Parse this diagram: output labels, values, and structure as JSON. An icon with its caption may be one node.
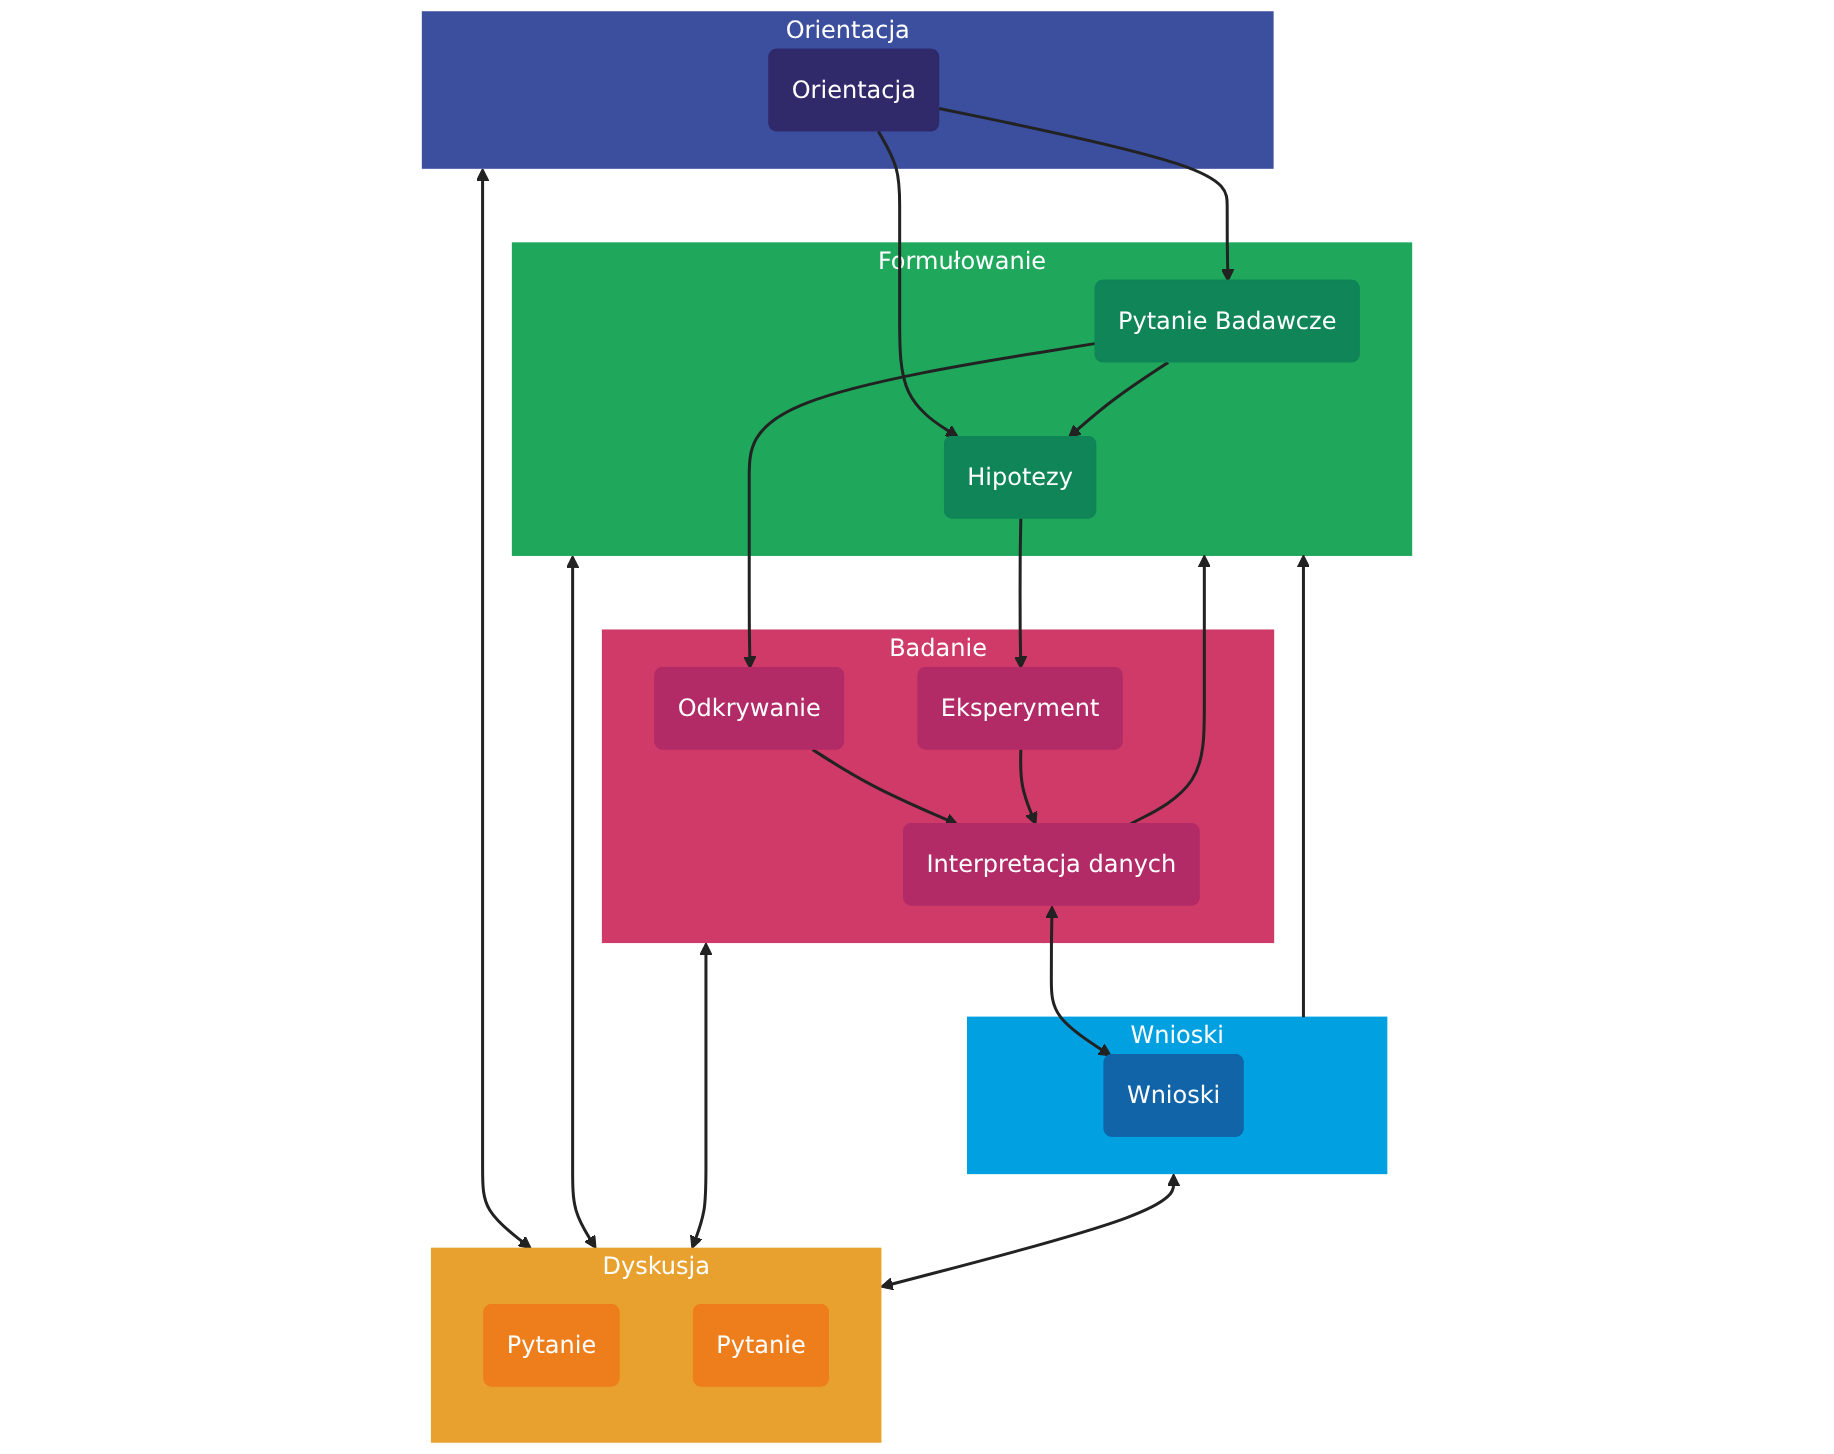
{
  "diagram": {
    "nodes": [
      {
        "text": [
          "Orientacja"
        ]
      },
      {
        "text": [
          "Orientacja"
        ],
        "in": 0
      },
      {
        "text": [
          "Formułowanie"
        ]
      },
      {
        "text": [
          "Pytanie Badawcze"
        ],
        "in": 2
      },
      {
        "text": [
          "Hipotezy"
        ],
        "in": 2
      },
      {
        "text": [
          "Badanie"
        ]
      },
      {
        "text": [
          "Odkrywanie"
        ],
        "in": 5
      },
      {
        "text": [
          "Eksperyment"
        ],
        "in": 5
      },
      {
        "text": [
          "Interpretacja danych"
        ],
        "in": 5
      },
      {
        "text": [
          "Wnioski"
        ]
      },
      {
        "text": [
          "Wnioski"
        ],
        "in": 9
      },
      {
        "text": [
          "Dyskusja"
        ]
      },
      {
        "text": [
          "Pytanie"
        ],
        "in": 11
      },
      {
        "text": [
          "Pytanie"
        ],
        "in": 11
      }
    ],
    "edges": [
      {
        "from": 1,
        "to": 3,
        "arrow": "to"
      },
      {
        "from": 1,
        "to": 4,
        "arrow": "to"
      },
      {
        "from": 3,
        "to": 4,
        "arrow": "to"
      },
      {
        "from": 3,
        "to": 6,
        "arrow": "to"
      },
      {
        "from": 4,
        "to": 7,
        "arrow": "to"
      },
      {
        "from": 6,
        "to": 8,
        "arrow": "to"
      },
      {
        "from": 7,
        "to": 8,
        "arrow": "to"
      },
      {
        "from": 8,
        "to": 2,
        "arrow": "to"
      },
      {
        "from": 8,
        "to": 10,
        "arrow": "both"
      },
      {
        "from": 0,
        "to": 11,
        "arrow": "both"
      },
      {
        "from": 2,
        "to": 11,
        "arrow": "both"
      },
      {
        "from": 5,
        "to": 11,
        "arrow": "both"
      },
      {
        "from": 9,
        "to": 11,
        "arrow": "both"
      },
      {
        "from": 9,
        "to": 2,
        "arrow": "to"
      }
    ]
  }
}
